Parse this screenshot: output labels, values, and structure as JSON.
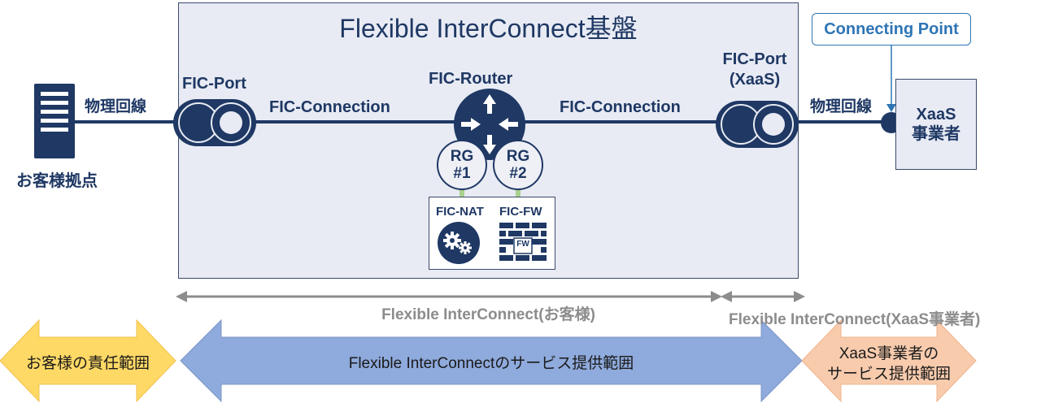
{
  "platform": {
    "title": "Flexible InterConnect基盤"
  },
  "customer_site": {
    "label": "お客様拠点"
  },
  "links": {
    "left_physical": "物理回線",
    "right_physical": "物理回線"
  },
  "fic_port_left": {
    "label": "FIC-Port"
  },
  "fic_port_right": {
    "label_line1": "FIC-Port",
    "label_line2": "(XaaS)"
  },
  "connections": {
    "left": "FIC-Connection",
    "right": "FIC-Connection"
  },
  "router": {
    "label": "FIC-Router"
  },
  "routing_groups": [
    {
      "line1": "RG",
      "line2": "#1"
    },
    {
      "line1": "RG",
      "line2": "#2"
    }
  ],
  "services": {
    "nat": "FIC-NAT",
    "fw": "FIC-FW",
    "fw_badge": "FW"
  },
  "connecting_point": {
    "label": "Connecting Point"
  },
  "xaas_provider": {
    "line1": "XaaS",
    "line2": "事業者"
  },
  "scope": {
    "customer": "Flexible InterConnect(お客様)",
    "xaas": "Flexible InterConnect(XaaS事業者)"
  },
  "responsibility": {
    "customer": "お客様の責任範囲",
    "service": "Flexible InterConnectのサービス提供範囲",
    "xaas_line1": "XaaS事業者の",
    "xaas_line2": "サービス提供範囲"
  },
  "colors": {
    "navy": "#1f3864",
    "platform_fill": "#e8ebf4",
    "scope_arrow": "#8c8c8c",
    "customer_arrow": "#ffd966",
    "service_arrow": "#8faadc",
    "xaas_arrow": "#f8cbad",
    "connecting_point_blue": "#2e75b6",
    "rg_link_green": "#a9d18e"
  },
  "icons": [
    "server-icon",
    "port-icon",
    "router-icon",
    "gears-icon",
    "firewall-icon"
  ]
}
